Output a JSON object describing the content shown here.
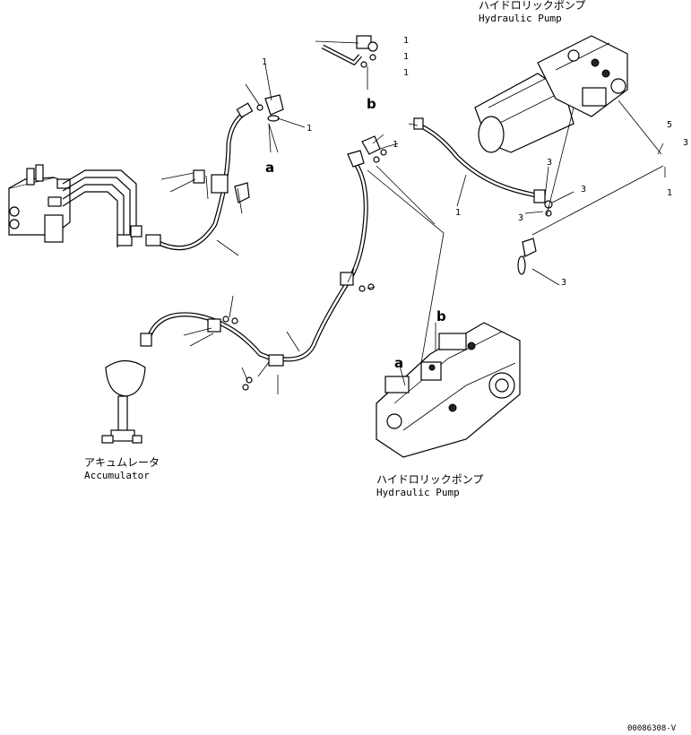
{
  "labels": {
    "pump_top_jp": "ハイドロリックポンプ",
    "pump_top_en": "Hydraulic Pump",
    "pump_bottom_jp": "ハイドロリックポンプ",
    "pump_bottom_en": "Hydraulic Pump",
    "accumulator_jp": "アキュムレータ",
    "accumulator_en": "Accumulator",
    "ref_a_top": "a",
    "ref_b_top": "b",
    "ref_a_pump": "a",
    "ref_b_pump": "b",
    "drawing_number": "00086308-V"
  },
  "part_numbers": {
    "p1": "1",
    "p2": "1",
    "p3": "1",
    "p4": "1",
    "p5": "1",
    "p6": "1",
    "p7": "1",
    "p8": "3",
    "p9": "3",
    "p10": "3",
    "p11": "3",
    "p12": "5",
    "p13": "3",
    "p14": "1"
  }
}
